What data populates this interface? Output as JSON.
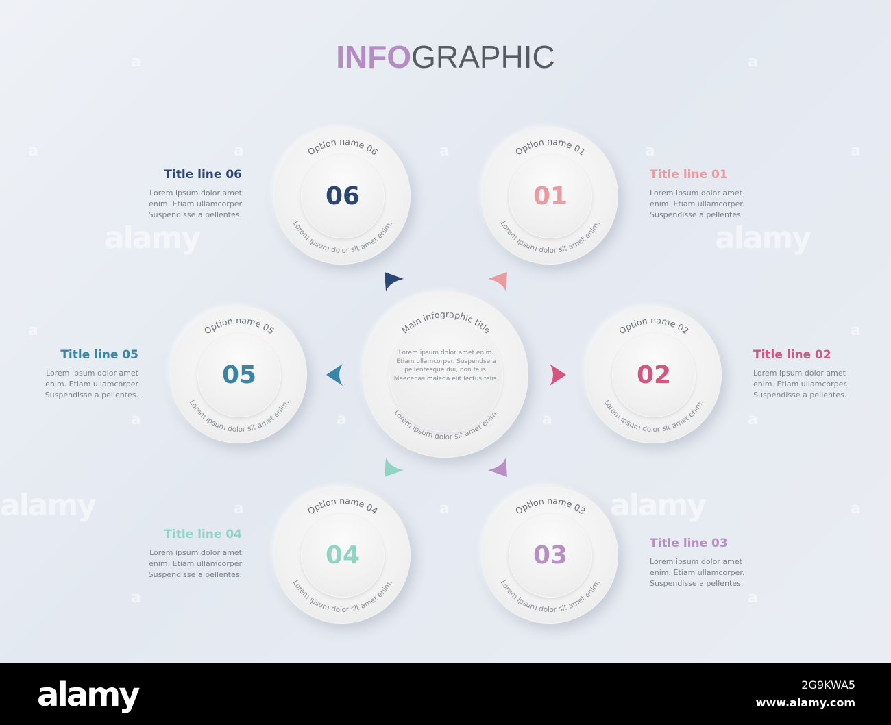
{
  "title": {
    "part1": "INFO",
    "part2": "GRAPHIC"
  },
  "colors": {
    "title_accent": "#b48cc3",
    "title_main": "#565b63",
    "s01": "#eb9a9f",
    "s02": "#d4567f",
    "s03": "#b690c2",
    "s04": "#92d4c4",
    "s05": "#3a85a5",
    "s06": "#2b4670"
  },
  "center": {
    "title": "Main infographic title",
    "body": "Lorem ipsum dolor amet enim. Etiam ullamcorper. Suspendse a pellentesque dui, non felis. Maecenas maleda elit lectus felis.",
    "footer": "Lorem ipsum dolor sit amet enim."
  },
  "nodes": [
    {
      "number": "01",
      "option": "Option name 01",
      "footer": "Lorem ipsum dolor sit amet enim.",
      "title": "Title line 01",
      "desc": [
        "Lorem ipsum dolor amet",
        "enim. Etiam ullamcorper.",
        "Suspendisse a pellentes."
      ]
    },
    {
      "number": "02",
      "option": "Option name 02",
      "footer": "Lorem ipsum dolor sit amet enim.",
      "title": "Title line 02",
      "desc": [
        "Lorem ipsum dolor amet",
        "enim. Etiam ullamcorper.",
        "Suspendisse a pellentes."
      ]
    },
    {
      "number": "03",
      "option": "Option name 03",
      "footer": "Lorem ipsum dolor sit amet enim.",
      "title": "Title line 03",
      "desc": [
        "Lorem ipsum dolor amet",
        "enim. Etiam ullamcorper.",
        "Suspendisse a pellentes."
      ]
    },
    {
      "number": "04",
      "option": "Option name 04",
      "footer": "Lorem ipsum dolor sit amet enim.",
      "title": "Title line 04",
      "desc": [
        "Lorem ipsum dolor amet",
        "enim. Etiam ullamcorper",
        "Suspendisse a pellentes."
      ]
    },
    {
      "number": "05",
      "option": "Option name 05",
      "footer": "Lorem ipsum dolor sit amet enim.",
      "title": "Title line 05",
      "desc": [
        "Lorem ipsum dolor amet",
        "enim. Etiam ullamcorper",
        "Suspendisse a pellentes."
      ]
    },
    {
      "number": "06",
      "option": "Option name 06",
      "footer": "Lorem ipsum dolor sit amet enim.",
      "title": "Title line 06",
      "desc": [
        "Lorem ipsum dolor amet",
        "enim. Etiam ullamcorper",
        "Suspendisse a pellentes."
      ]
    }
  ],
  "watermark": {
    "word": "alamy",
    "letter": "a"
  },
  "footer": {
    "logo": "alamy",
    "image_id": "2G9KWA5",
    "url": "www.alamy.com"
  }
}
